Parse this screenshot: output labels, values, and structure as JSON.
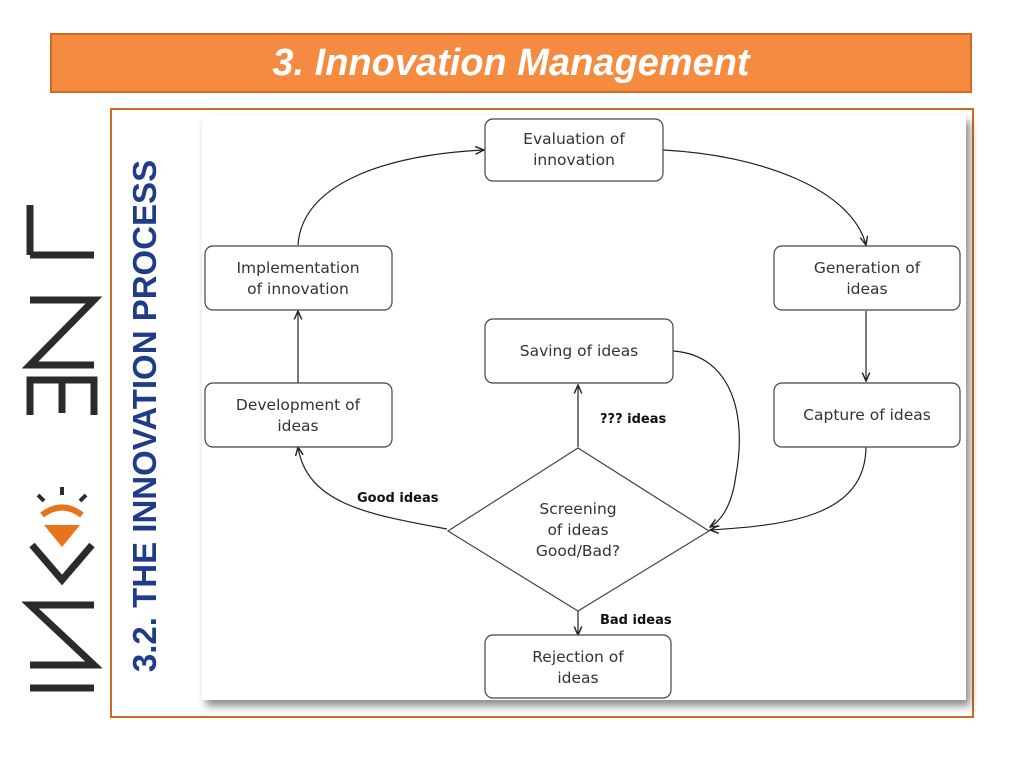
{
  "header": {
    "title": "3. Innovation Management"
  },
  "sidebar": {
    "section_title": "3.2. THE INNOVATION PROCESS",
    "logo_icon": "invent-logo"
  },
  "diagram": {
    "nodes": {
      "evaluation": [
        "Evaluation of",
        "innovation"
      ],
      "generation": [
        "Generation of",
        "ideas"
      ],
      "capture": [
        "Capture of ideas"
      ],
      "screening": [
        "Screening",
        "of ideas",
        "Good/Bad?"
      ],
      "rejection": [
        "Rejection of",
        "ideas"
      ],
      "saving": [
        "Saving of ideas"
      ],
      "development": [
        "Development of",
        "ideas"
      ],
      "implementation": [
        "Implementation",
        "of innovation"
      ]
    },
    "edge_labels": {
      "good": "Good ideas",
      "bad": "Bad ideas",
      "unknown": "??? ideas"
    }
  },
  "colors": {
    "accent": "#f58b40",
    "border": "#d2691e",
    "section_text": "#1f3c88",
    "logo": "#2b2b2b",
    "logo_accent": "#e8731c"
  }
}
